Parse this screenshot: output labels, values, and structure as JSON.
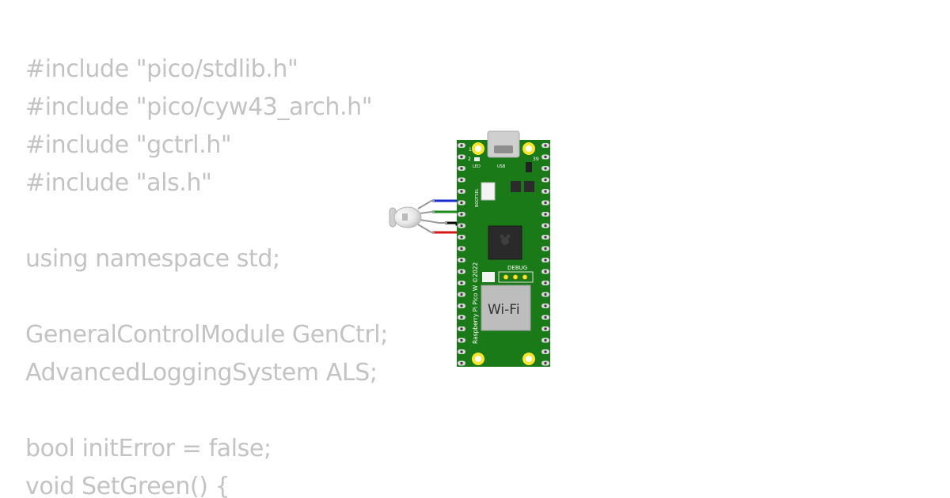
{
  "code_lines": [
    "#include \"pico/stdlib.h\"",
    "#include \"pico/cyw43_arch.h\"",
    "#include \"gctrl.h\"",
    "#include \"als.h\"",
    "",
    "using namespace std;",
    "",
    "GeneralControlModule GenCtrl;",
    "AdvancedLoggingSystem ALS;",
    "",
    "bool initError = false;",
    "void SetGreen() {"
  ],
  "board": {
    "silkscreen_name": "Raspberry Pi Pico W ©2022",
    "wifi_label": "Wi-Fi",
    "debug_label": "DEBUG",
    "bootsel_label": "BOOTSEL",
    "led_label": "LED",
    "usb_label": "USB",
    "pin_1_label": "1",
    "pin_2_label": "2",
    "pin_39_label": "39",
    "pcb_color": "#1a7a17",
    "pad_color": "#d9d9d9",
    "hole_color": "#f7e62a"
  },
  "wires": {
    "blue": "#1a2bd1",
    "green": "#1a8a1a",
    "black": "#000000",
    "red": "#d41515"
  },
  "led": {
    "type": "RGB LED"
  }
}
